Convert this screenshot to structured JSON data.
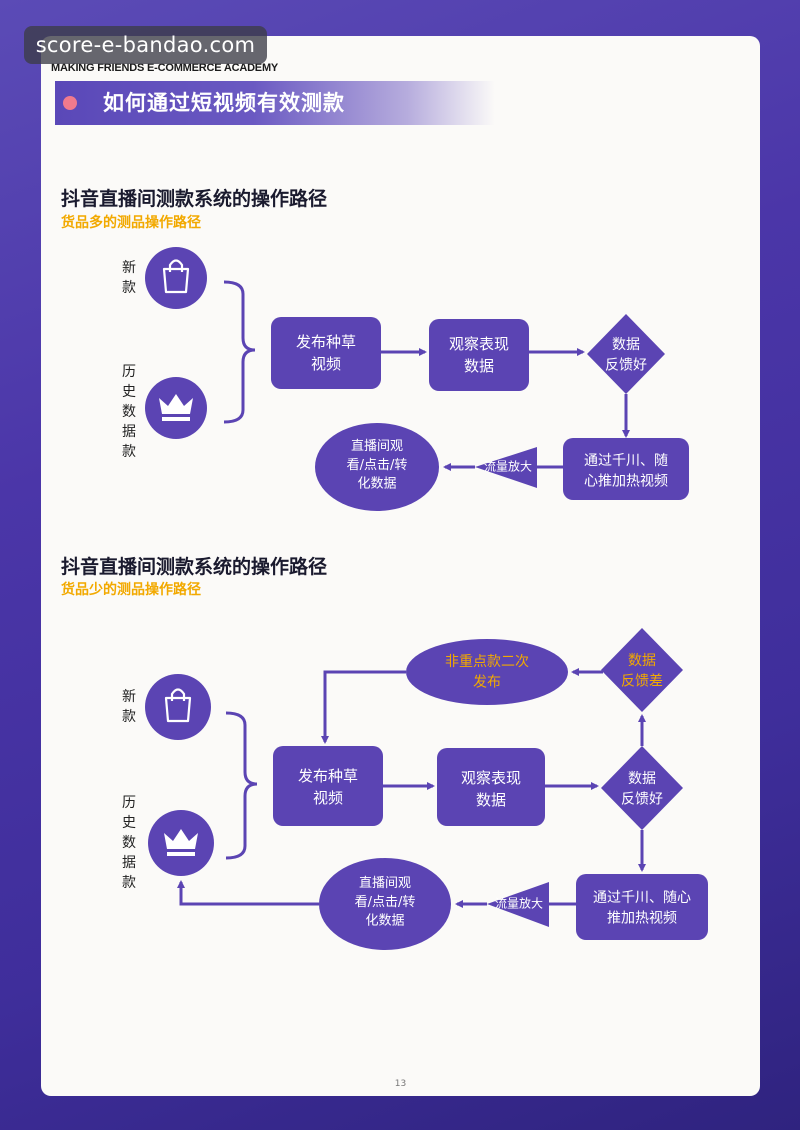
{
  "watermark": "score-e-bandao.com",
  "header": {
    "academy": "MAKING FRIENDS E-COMMERCE ACADEMY",
    "title": "如何通过短视频有效测款"
  },
  "section1": {
    "title": "抖音直播间测款系统的操作路径",
    "subtitle": "货品多的测品操作路径",
    "label_new": "新款",
    "label_history": "历史数据款",
    "node_publish": [
      "发布种草",
      "视频"
    ],
    "node_observe": [
      "观察表现",
      "数据"
    ],
    "node_good": [
      "数据",
      "反馈好"
    ],
    "node_boost": [
      "通过千川、随",
      "心推加热视频"
    ],
    "node_amplify": "流量放大",
    "node_live": [
      "直播间观",
      "看/点击/转",
      "化数据"
    ]
  },
  "section2": {
    "title": "抖音直播间测款系统的操作路径",
    "subtitle": "货品少的测品操作路径",
    "label_new": "新款",
    "label_history": "历史数据款",
    "node_repost": [
      "非重点款二次",
      "发布"
    ],
    "node_bad": [
      "数据",
      "反馈差"
    ],
    "node_publish": [
      "发布种草",
      "视频"
    ],
    "node_observe": [
      "观察表现",
      "数据"
    ],
    "node_good": [
      "数据",
      "反馈好"
    ],
    "node_boost": [
      "通过千川、随心",
      "推加热视频"
    ],
    "node_amplify": "流量放大",
    "node_live": [
      "直播间观",
      "看/点击/转",
      "化数据"
    ]
  },
  "page_number": "13",
  "colors": {
    "primary": "#5b44b3",
    "accent": "#f2a900",
    "title_dot": "#f07a8d"
  }
}
